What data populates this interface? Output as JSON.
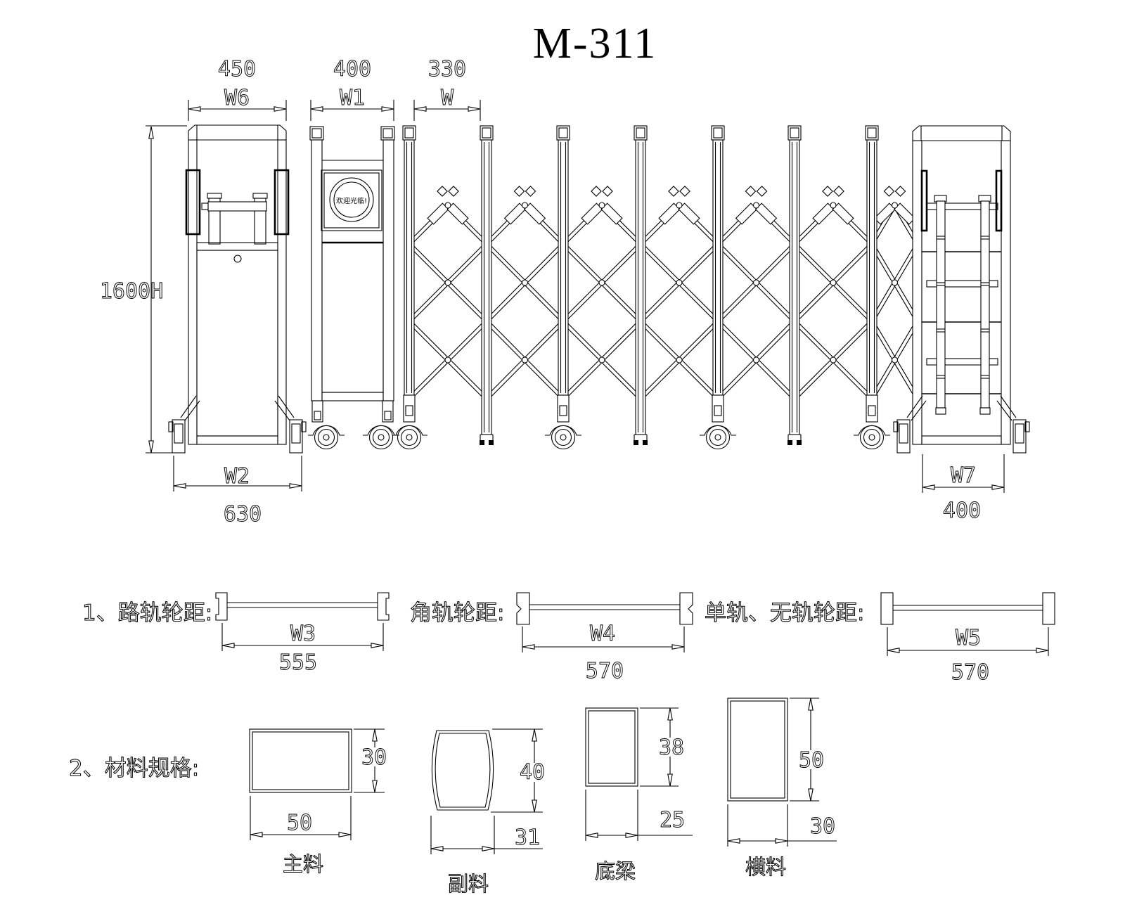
{
  "title": "M-311",
  "colors": {
    "line": "#000000",
    "background": "#ffffff"
  },
  "overview": {
    "dim_450": "450",
    "label_w6": "W6",
    "dim_400": "400",
    "label_w1": "W1",
    "dim_330": "330",
    "label_w": "W",
    "height": "1600H",
    "logo": "欢迎光临!",
    "label_w2": "W2",
    "dim_630": "630",
    "label_w7": "W7",
    "dim_400b": "400"
  },
  "wheelbase": {
    "h1": "1、路轨轮距:",
    "w3": "W3",
    "v3": "555",
    "h2": "角轨轮距:",
    "w4": "W4",
    "v4": "570",
    "h3": "单轨、无轨轮距:",
    "w5": "W5",
    "v5": "570"
  },
  "materials": {
    "heading": "2、材料规格:",
    "items": [
      {
        "name": "主料",
        "w": "50",
        "h": "30"
      },
      {
        "name": "副料",
        "w": "31",
        "h": "40"
      },
      {
        "name": "底梁",
        "w": "25",
        "h": "38"
      },
      {
        "name": "横料",
        "w": "30",
        "h": "50"
      }
    ]
  }
}
